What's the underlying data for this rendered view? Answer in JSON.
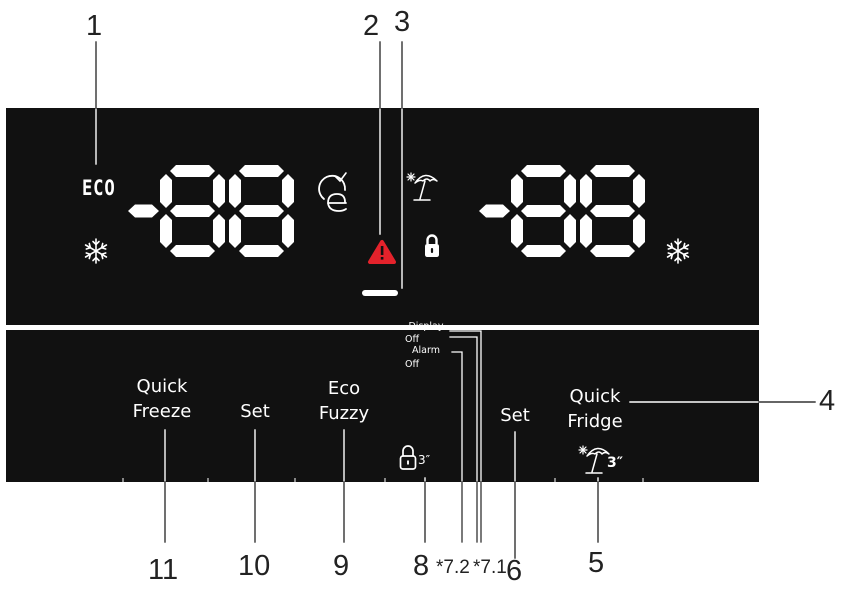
{
  "panel": {
    "eco_label": "ECO",
    "alarm_color": "#e4222b",
    "background_color": "#111111",
    "text_color": "#ffffff"
  },
  "buttons": {
    "quick_freeze": [
      "Quick",
      "Freeze"
    ],
    "set_freezer": "Set",
    "eco_fuzzy": [
      "Eco",
      "Fuzzy"
    ],
    "lock_hold": "3″",
    "display_off": [
      "Display",
      "Off"
    ],
    "alarm_off": [
      "Alarm",
      "Off"
    ],
    "set_fridge": "Set",
    "quick_fridge": [
      "Quick",
      "Fridge"
    ],
    "quick_fridge_hold": "3″"
  },
  "icons": {
    "freezer": "snowflake-icon",
    "fridge": "snowflake-icon",
    "eco_fuzzy": "eco-fuzzy-icon",
    "holiday": "holiday-umbrella-icon",
    "alarm": "alarm-triangle-icon",
    "lock": "padlock-icon"
  },
  "callouts": {
    "c1": "1",
    "c2": "2",
    "c3": "3",
    "c4": "4",
    "c5": "5",
    "c6": "6",
    "c71": "*7.1",
    "c72": "*7.2",
    "c8": "8",
    "c9": "9",
    "c10": "10",
    "c11": "11"
  }
}
